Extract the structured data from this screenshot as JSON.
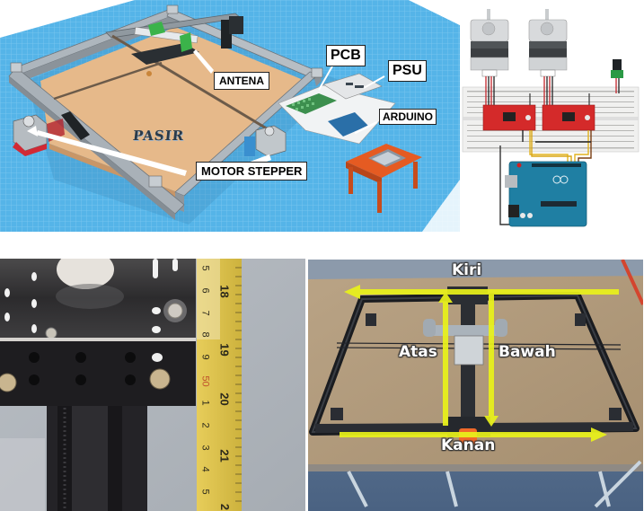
{
  "figure": {
    "panels": [
      {
        "id": "3d-model",
        "description": "Tinkercad-style 3D model of XY gantry with labeled components",
        "labels": {
          "antena": "ANTENA",
          "pcb": "PCB",
          "psu": "PSU",
          "arduino": "ARDUINO",
          "motor_stepper": "MOTOR STEPPER",
          "pasir": "PASIR"
        }
      },
      {
        "id": "circuit-diagram",
        "description": "Breadboard wiring: two stepper motors, two red stepper drivers, DC jack, Arduino Uno"
      },
      {
        "id": "ruler-photo",
        "description": "Close-up photo of bracket with measuring tape",
        "ruler": {
          "inner_ticks": [
            "5",
            "6",
            "7",
            "8",
            "9",
            "50",
            "1",
            "2",
            "3",
            "4",
            "5"
          ],
          "outer_ticks": [
            "18",
            "19",
            "20",
            "21",
            "2"
          ]
        }
      },
      {
        "id": "gantry-photo",
        "description": "Top-down photo of gantry frame with direction arrows",
        "labels": {
          "kiri": "Kiri",
          "atas": "Atas",
          "bawah": "Bawah",
          "kanan": "Kanan"
        }
      }
    ],
    "colors": {
      "grid_blue": "#4fb0e6",
      "board_tan": "#e4b98a",
      "frame_gray": "#9ea6ad",
      "arrow_yellow": "#e9f21a",
      "driver_red": "#d42a2a",
      "arduino_blue": "#1f7fa3",
      "table_orange": "#e55b22"
    }
  }
}
